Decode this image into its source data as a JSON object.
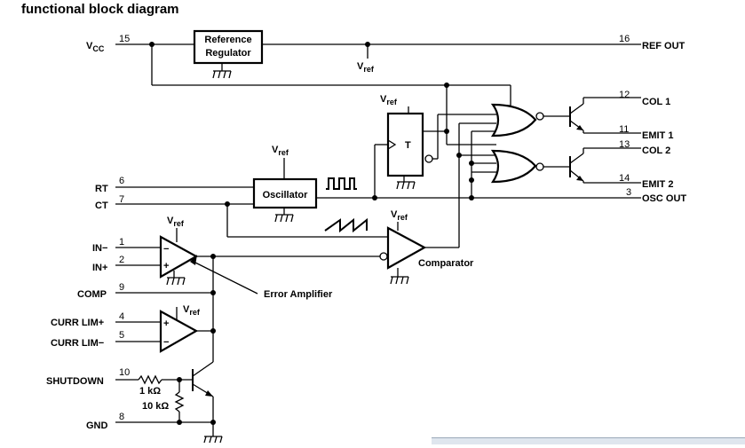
{
  "title": "functional block diagram",
  "blocks": {
    "reference_regulator": [
      "Reference",
      "Regulator"
    ],
    "oscillator": "Oscillator",
    "flipflop": "T",
    "error_amplifier": "Error Amplifier",
    "comparator": "Comparator"
  },
  "vref": "V",
  "vref_sub": "ref",
  "vcc": {
    "main": "V",
    "sub": "CC"
  },
  "pins": {
    "vcc": "15",
    "ref_out": {
      "num": "16",
      "label": "REF OUT"
    },
    "col1": {
      "num": "12",
      "label": "COL 1"
    },
    "emit1": {
      "num": "11",
      "label": "EMIT 1"
    },
    "col2": {
      "num": "13",
      "label": "COL 2"
    },
    "emit2": {
      "num": "14",
      "label": "EMIT 2"
    },
    "osc_out": {
      "num": "3",
      "label": "OSC OUT"
    },
    "rt": {
      "num": "6",
      "label": "RT"
    },
    "ct": {
      "num": "7",
      "label": "CT"
    },
    "in_minus": {
      "num": "1",
      "label": "IN−"
    },
    "in_plus": {
      "num": "2",
      "label": "IN+"
    },
    "comp": {
      "num": "9",
      "label": "COMP"
    },
    "curr_lim_plus": {
      "num": "4",
      "label": "CURR LIM+"
    },
    "curr_lim_minus": {
      "num": "5",
      "label": "CURR LIM−"
    },
    "shutdown": {
      "num": "10",
      "label": "SHUTDOWN"
    },
    "gnd": {
      "num": "8",
      "label": "GND"
    }
  },
  "resistors": {
    "r1": "1 kΩ",
    "r2": "10 kΩ"
  },
  "amp_signs": {
    "minus": "−",
    "plus": "+"
  }
}
